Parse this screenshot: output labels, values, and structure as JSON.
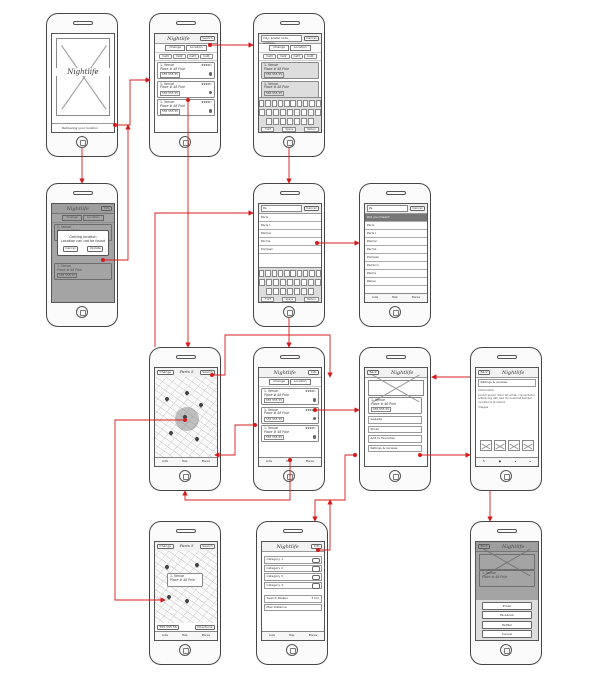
{
  "app": {
    "title": "Nightlife",
    "locating": "Retrieving your location"
  },
  "controls": {
    "back": "Back",
    "search": "Search",
    "cancel": "Cancel",
    "info": "Info",
    "change": "Change",
    "location": "Location",
    "space": "Space",
    "return": "Return",
    "numbers": ".?123"
  },
  "search": {
    "city_query": "Pa",
    "suggestion_query": "Pa",
    "location_query": "City, postal code, address"
  },
  "chips": [
    "Cat1",
    "Cat2",
    "Cat3",
    "Cat4"
  ],
  "venue": {
    "name": "1. Venue",
    "address": "Place # 48 Pole",
    "phone": "555 555 55",
    "rating": "★★★★☆"
  },
  "dialog": {
    "title": "Getting location",
    "subtitle": "Location can not be found",
    "cancel": "Cancel",
    "update": "Update"
  },
  "cities": [
    "Paris",
    "Paris I",
    "Palmer",
    "Parma",
    "Pompeii"
  ],
  "suggestions": [
    "Did you mean?",
    "Paris",
    "Paris I",
    "Palmer",
    "Parma",
    "Pompeii",
    "Pamlico",
    "Palma",
    "Pakse"
  ],
  "map": {
    "header": "Paris 5",
    "direction": "Directions"
  },
  "tabs": [
    "Lists",
    "Map",
    "Places"
  ],
  "details": {
    "website": "website",
    "email": "Email",
    "add_favorites": "Add to Favorites",
    "ratings": "Ratings & reviews",
    "info_label": "Information",
    "info_text": "Lorem ipsum dolor sit amet, consectetur adipiscing elit, sed do eiusmod tempor incididunt ut labore",
    "images_label": "Images"
  },
  "filters": {
    "categories": [
      "Category 1",
      "Category 2",
      "Category 3",
      "Category 4"
    ],
    "range_label": "Search Radius",
    "range_value": "5 km",
    "sort_label": "Max Distance"
  },
  "share": {
    "options": [
      "Email",
      "Facebook",
      "Twitter",
      "Cancel"
    ]
  },
  "colors": {
    "link": "#d41c1c",
    "ink": "#333333",
    "dimmed": "#777777"
  }
}
